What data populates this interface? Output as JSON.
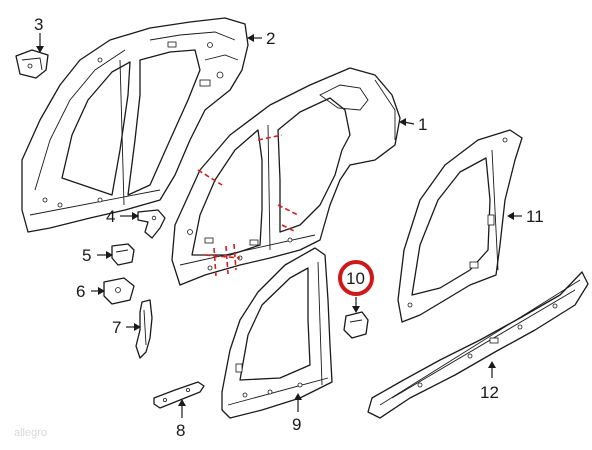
{
  "callouts": [
    {
      "id": "1",
      "label": "1"
    },
    {
      "id": "2",
      "label": "2"
    },
    {
      "id": "3",
      "label": "3"
    },
    {
      "id": "4",
      "label": "4"
    },
    {
      "id": "5",
      "label": "5"
    },
    {
      "id": "6",
      "label": "6"
    },
    {
      "id": "7",
      "label": "7"
    },
    {
      "id": "8",
      "label": "8"
    },
    {
      "id": "9",
      "label": "9"
    },
    {
      "id": "10",
      "label": "10"
    },
    {
      "id": "11",
      "label": "11"
    },
    {
      "id": "12",
      "label": "12"
    }
  ],
  "highlight": {
    "callout": "10",
    "color": "#d01818"
  },
  "cut_line_color": "#d02020",
  "watermark": "allegro"
}
